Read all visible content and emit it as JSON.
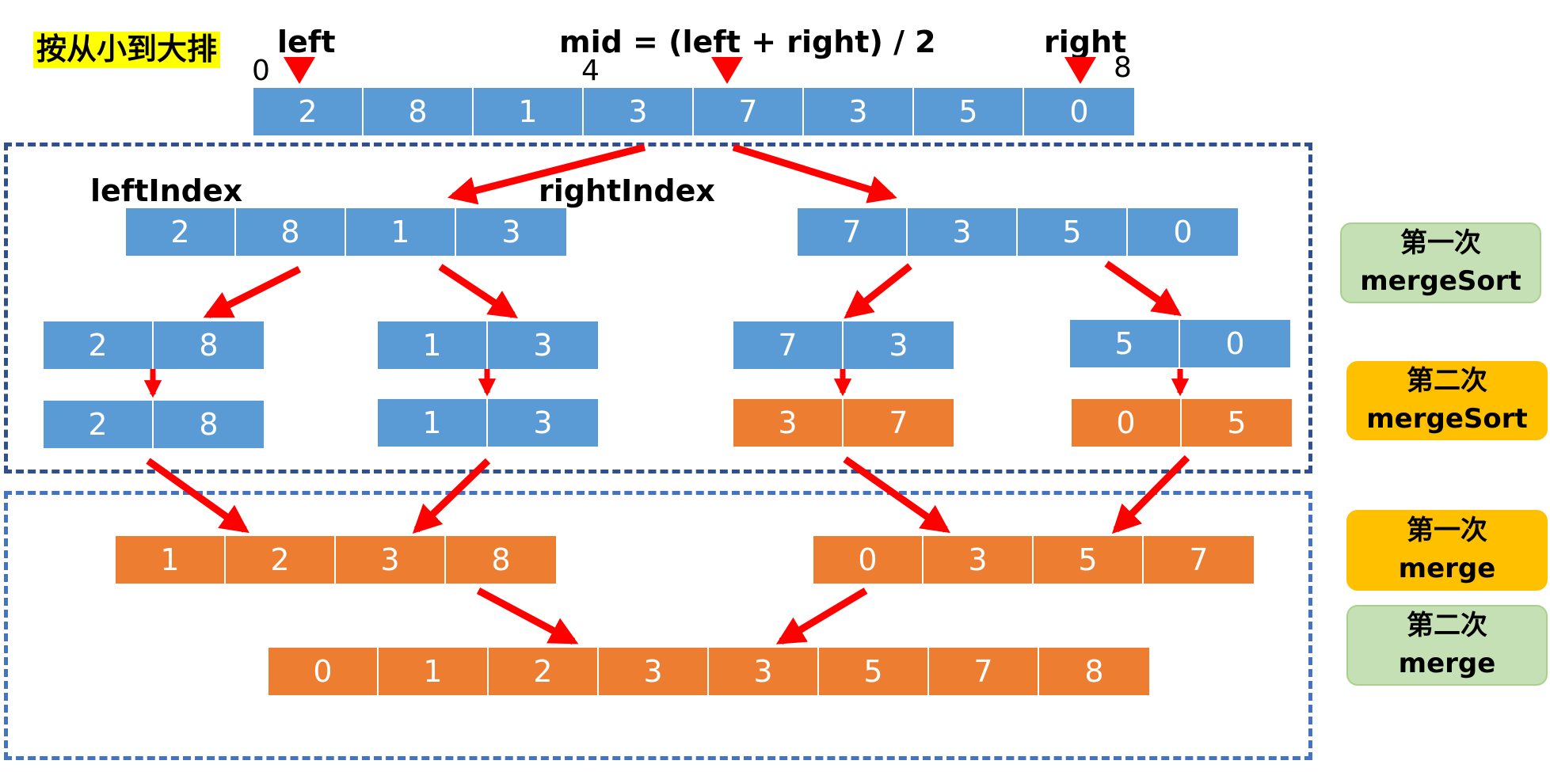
{
  "title_note": "按从小到大排",
  "top_labels": {
    "left": "left",
    "mid": "mid = (left + right) / 2",
    "right": "right"
  },
  "indices": {
    "i0": "0",
    "i4": "4",
    "i8": "8"
  },
  "level1_labels": {
    "left_index": "leftIndex",
    "right_index": "rightIndex"
  },
  "arrays": {
    "original": [
      "2",
      "8",
      "1",
      "3",
      "7",
      "3",
      "5",
      "0"
    ],
    "split_left": [
      "2",
      "8",
      "1",
      "3"
    ],
    "split_right": [
      "7",
      "3",
      "5",
      "0"
    ],
    "pair_a": [
      "2",
      "8"
    ],
    "pair_b": [
      "1",
      "3"
    ],
    "pair_c": [
      "7",
      "3"
    ],
    "pair_d": [
      "5",
      "0"
    ],
    "sorted_a": [
      "2",
      "8"
    ],
    "sorted_b": [
      "1",
      "3"
    ],
    "sorted_c": [
      "3",
      "7"
    ],
    "sorted_d": [
      "0",
      "5"
    ],
    "merge1_left": [
      "1",
      "2",
      "3",
      "8"
    ],
    "merge1_right": [
      "0",
      "3",
      "5",
      "7"
    ],
    "final": [
      "0",
      "1",
      "2",
      "3",
      "3",
      "5",
      "7",
      "8"
    ]
  },
  "tags": {
    "first_mergesort": [
      "第一次",
      "mergeSort"
    ],
    "second_mergesort": [
      "第二次",
      "mergeSort"
    ],
    "first_merge": [
      "第一次",
      "merge"
    ],
    "second_merge": [
      "第二次",
      "merge"
    ]
  },
  "colors": {
    "blue": "#5b9bd5",
    "orange": "#ed7d31",
    "arrow": "#ff0000",
    "box1": "#2f4f8f",
    "box2": "#4472c4",
    "tag_green": "#c5e0b4",
    "tag_yellow": "#ffc000",
    "highlight": "#ffff00"
  }
}
